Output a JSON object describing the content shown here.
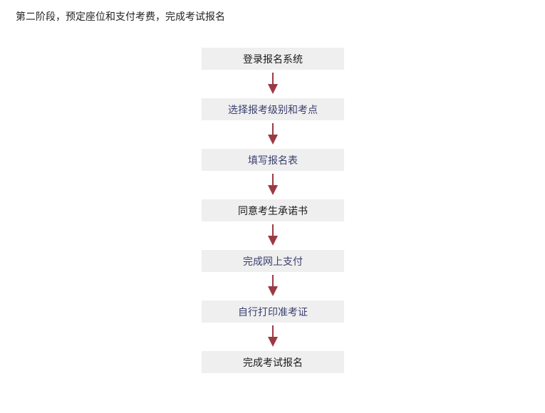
{
  "heading": "第二阶段，预定座位和支付考费，完成考试报名",
  "steps": [
    {
      "label": "登录报名系统",
      "style": "dark"
    },
    {
      "label": "选择报考级别和考点",
      "style": "link"
    },
    {
      "label": "填写报名表",
      "style": "link"
    },
    {
      "label": "同意考生承诺书",
      "style": "dark"
    },
    {
      "label": "完成网上支付",
      "style": "link"
    },
    {
      "label": "自行打印准考证",
      "style": "link"
    },
    {
      "label": "完成考试报名",
      "style": "dark"
    }
  ],
  "colors": {
    "arrow": "#9b3a44",
    "box": "#efefef",
    "link_text": "#3a3f6e",
    "dark_text": "#1a1a1a"
  },
  "icons": {
    "connector": "arrow-down-icon"
  }
}
